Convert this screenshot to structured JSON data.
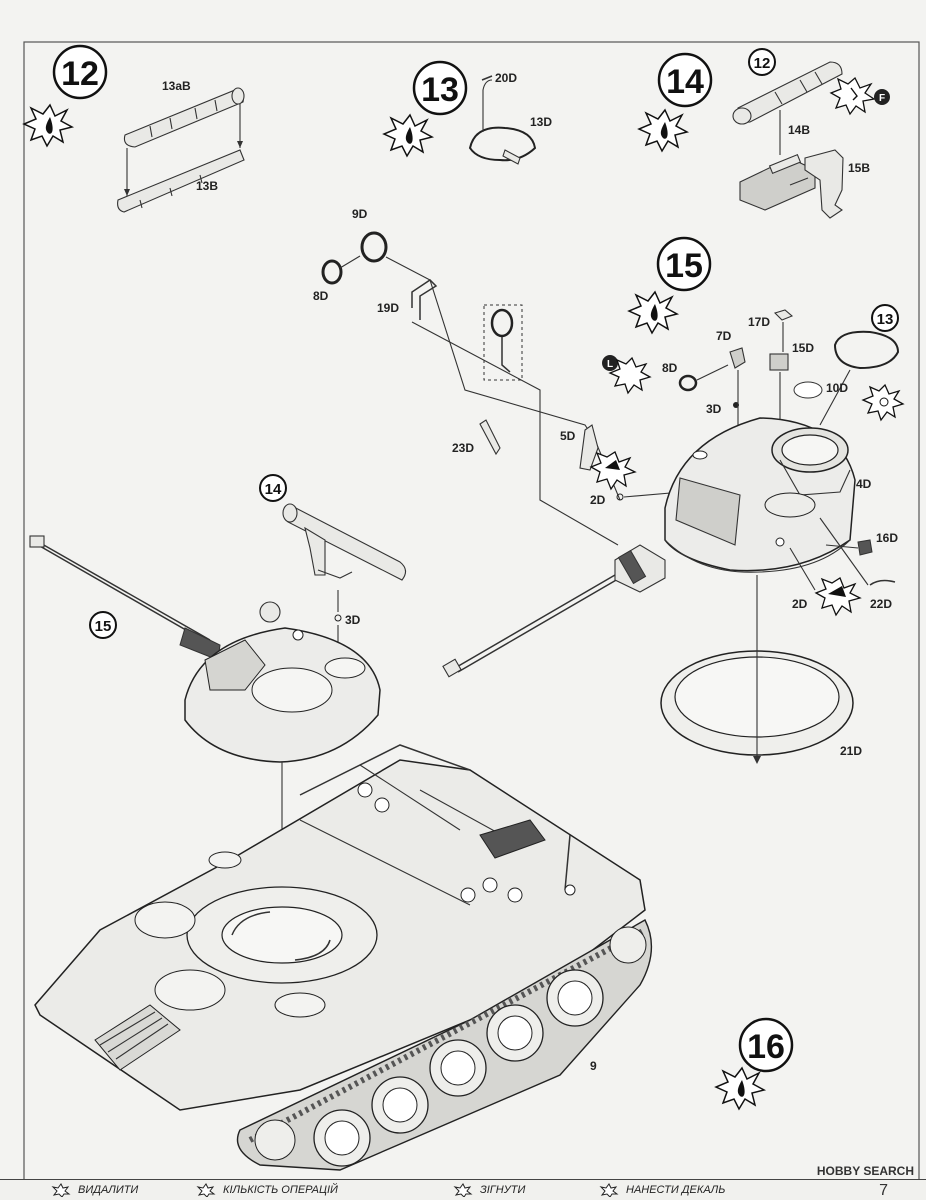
{
  "steps": [
    {
      "number": "12",
      "parts": [
        "13aB",
        "13B"
      ]
    },
    {
      "number": "13",
      "parts": [
        "20D",
        "13D"
      ]
    },
    {
      "number": "14",
      "parts": [
        "12",
        "14B",
        "15B"
      ],
      "sub_marker": "F"
    },
    {
      "number": "15",
      "parts": [
        "9D",
        "8D",
        "19D",
        "23D",
        "5D",
        "2D",
        "8D",
        "7D",
        "3D",
        "17D",
        "15D",
        "13",
        "10D",
        "4D",
        "16D",
        "2D",
        "22D",
        "21D"
      ],
      "sub_marker": "L"
    },
    {
      "number": "16",
      "parts": []
    }
  ],
  "subassembly_labels": {
    "step14_ref": "14",
    "step15_ref": "15",
    "ref_3d": "3D",
    "hull_ref": "9"
  },
  "legend": [
    {
      "icon": "remove-icon",
      "text": "ВИДАЛИТИ"
    },
    {
      "icon": "repeat-icon",
      "text": "КІЛЬКІСТЬ ОПЕРАЦІЙ"
    },
    {
      "icon": "bend-icon",
      "text": "ЗІГНУТИ"
    },
    {
      "icon": "decal-icon",
      "text": "НАНЕСТИ ДЕКАЛЬ"
    }
  ],
  "watermark": "HOBBY SEARCH",
  "page_number": "7"
}
